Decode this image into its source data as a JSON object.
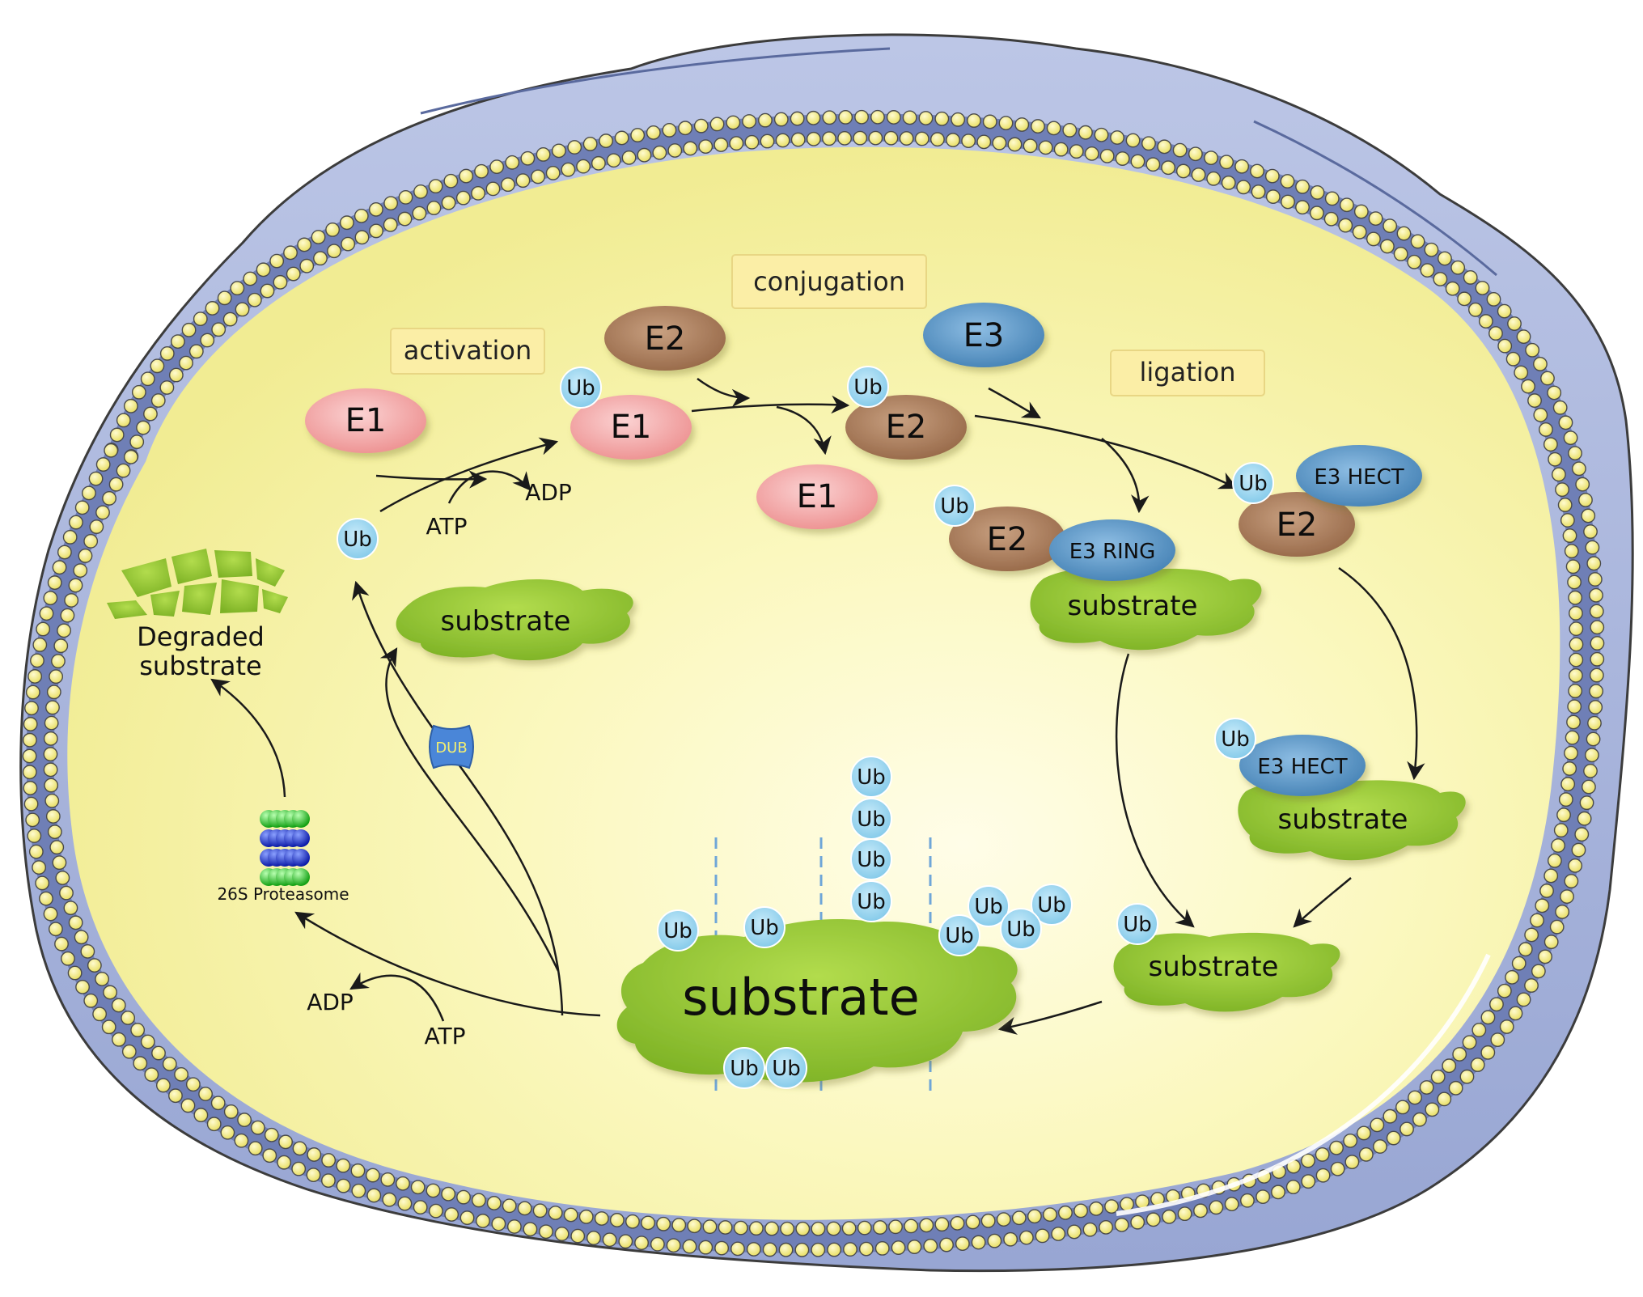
{
  "stage_labels": {
    "activation": "activation",
    "conjugation": "conjugation",
    "ligation": "ligation"
  },
  "enzymes": {
    "e1": "E1",
    "e2": "E2",
    "e3": "E3",
    "e3_hect": "E3 HECT",
    "e3_ring": "E3 RING"
  },
  "molecules": {
    "ub": "Ub",
    "atp": "ATP",
    "adp": "ADP",
    "dub": "DUB",
    "substrate": "substrate"
  },
  "degraded": {
    "line1": "Degraded",
    "line2": "substrate"
  },
  "proteasome_label": "26S Proteasome",
  "colors": {
    "cell_fill": "#f6f3a3",
    "membrane_outer": "#a9b6dd",
    "membrane_bead": "#f4ef8c",
    "e1": "#f2a7a7",
    "e2": "#b0805e",
    "e3": "#5b95c4",
    "ub": "#9fd6ef",
    "substrate": "#8cc12e",
    "label_box": "#fbeea6",
    "proteasome_green": "#22cc22",
    "proteasome_blue": "#1a2fd0"
  }
}
